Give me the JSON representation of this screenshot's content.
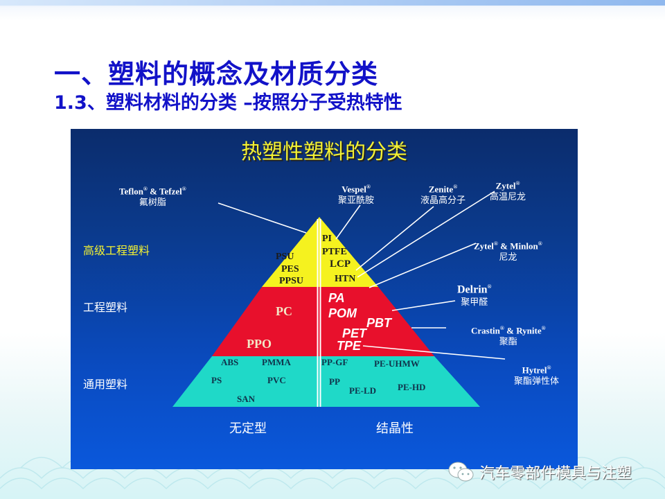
{
  "slide": {
    "title": "一、塑料的概念及材质分类",
    "subtitle": "1.3、塑料材料的分类 –按照分子受热特性"
  },
  "diagram": {
    "title": "热塑性塑料的分类",
    "levels": {
      "advanced": "高级工程塑料",
      "engineering": "工程塑料",
      "general": "通用塑料"
    },
    "columns": {
      "left": "无定型",
      "right": "结晶性"
    },
    "tiers": {
      "advanced": {
        "color": "#f5f21f",
        "amorphous": [
          "PSU",
          "PES",
          "PPSU"
        ],
        "crystalline": [
          "PI",
          "PTFE",
          "LCP",
          "HTN"
        ]
      },
      "engineering": {
        "color": "#e8102c",
        "amorphous": [
          "PC",
          "PPO"
        ],
        "crystalline": [
          "PA",
          "POM",
          "PBT",
          "PET",
          "TPE"
        ]
      },
      "general": {
        "color": "#1fd9c8",
        "amorphous": [
          "ABS",
          "PMMA",
          "PS",
          "PVC",
          "SAN"
        ],
        "crystalline": [
          "PP-GF",
          "PE-UHMW",
          "PP",
          "PE-LD",
          "PE-HD"
        ]
      }
    },
    "brands": [
      {
        "name": "Teflon",
        "name2": "Tefzel",
        "cn": "氟树脂"
      },
      {
        "name": "Vespel",
        "cn": "聚亚酰胺"
      },
      {
        "name": "Zenite",
        "cn": "液晶高分子"
      },
      {
        "name": "Zytel",
        "cn": "高温尼龙"
      },
      {
        "name": "Zytel",
        "name2": "Minlon",
        "cn": "尼龙"
      },
      {
        "name": "Delrin",
        "cn": "聚甲醛"
      },
      {
        "name": "Crastin",
        "name2": "Rynite",
        "cn": "聚酯"
      },
      {
        "name": "Hytrel",
        "cn": "聚酯弹性体"
      }
    ],
    "registered_mark": "®",
    "ampersand": "&"
  },
  "watermark": {
    "icon": "wechat-icon",
    "text": "汽车零部件模具与注塑"
  },
  "colors": {
    "title_blue": "#1212c8",
    "panel_blue": "#0a4bc0",
    "heading_yellow": "#f4f232"
  }
}
